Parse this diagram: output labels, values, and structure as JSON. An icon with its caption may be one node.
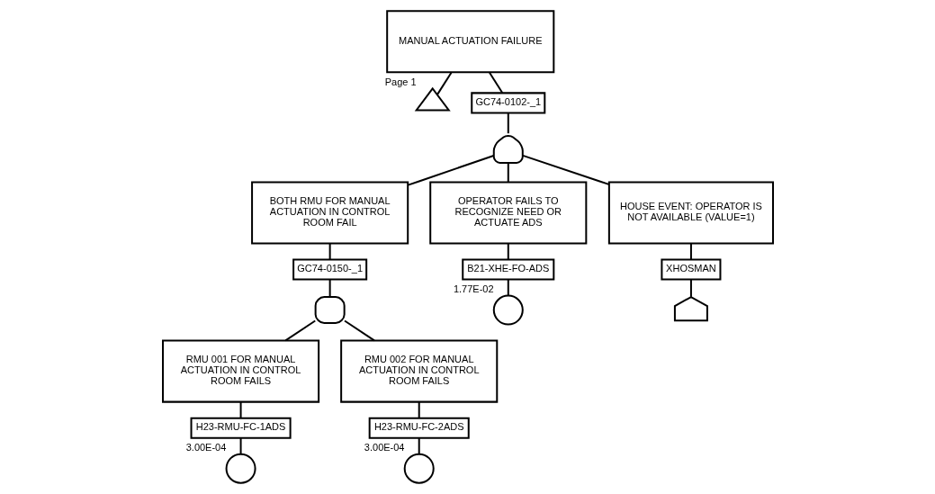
{
  "diagram": {
    "nodes": [
      {
        "text": [
          "MANUAL ACTUATION FAILURE"
        ]
      },
      {
        "text": [],
        "shape": "triangle",
        "beside": [
          "Page 1"
        ]
      },
      {
        "text": [
          "GC74-0102-_1"
        ]
      },
      {
        "text": [],
        "shape": "shield"
      },
      {
        "text": [
          "BOTH RMU FOR MANUAL ACTUATION IN CONTROL ROOM FAIL"
        ]
      },
      {
        "text": [
          "OPERATOR FAILS TO RECOGNIZE NEED OR ACTUATE ADS"
        ]
      },
      {
        "text": [
          "HOUSE EVENT: OPERATOR IS NOT AVAILABLE (VALUE=1)"
        ]
      },
      {
        "text": [
          "GC74-0150-_1"
        ]
      },
      {
        "text": [],
        "shape": "dome"
      },
      {
        "text": [
          "B21-XHE-FO-ADS"
        ]
      },
      {
        "text": [],
        "shape": "circle",
        "beside": [
          "1.77E-02"
        ]
      },
      {
        "text": [
          "XHOSMAN"
        ]
      },
      {
        "text": [],
        "shape": "house"
      },
      {
        "text": [
          "RMU 001 FOR MANUAL ACTUATION IN CONTROL ROOM FAILS"
        ]
      },
      {
        "text": [
          "RMU 002 FOR MANUAL ACTUATION IN CONTROL ROOM FAILS"
        ]
      },
      {
        "text": [
          "H23-RMU-FC-1ADS"
        ]
      },
      {
        "text": [],
        "shape": "circle",
        "beside": [
          "3.00E-04"
        ]
      },
      {
        "text": [
          "H23-RMU-FC-2ADS"
        ]
      },
      {
        "text": [],
        "shape": "circle",
        "beside": [
          "3.00E-04"
        ]
      }
    ],
    "edges": [
      {
        "from": 0,
        "to": 1,
        "arrow": "none"
      },
      {
        "from": 0,
        "to": 2,
        "arrow": "none"
      },
      {
        "from": 2,
        "to": 3,
        "arrow": "none"
      },
      {
        "from": 3,
        "to": 4,
        "arrow": "none"
      },
      {
        "from": 3,
        "to": 5,
        "arrow": "none"
      },
      {
        "from": 3,
        "to": 6,
        "arrow": "none"
      },
      {
        "from": 4,
        "to": 7,
        "arrow": "none"
      },
      {
        "from": 7,
        "to": 8,
        "arrow": "none"
      },
      {
        "from": 8,
        "to": 13,
        "arrow": "none"
      },
      {
        "from": 8,
        "to": 14,
        "arrow": "none"
      },
      {
        "from": 5,
        "to": 9,
        "arrow": "none"
      },
      {
        "from": 9,
        "to": 10,
        "arrow": "none"
      },
      {
        "from": 6,
        "to": 11,
        "arrow": "none"
      },
      {
        "from": 11,
        "to": 12,
        "arrow": "none"
      },
      {
        "from": 13,
        "to": 15,
        "arrow": "none"
      },
      {
        "from": 15,
        "to": 16,
        "arrow": "none"
      },
      {
        "from": 14,
        "to": 17,
        "arrow": "none"
      },
      {
        "from": 17,
        "to": 18,
        "arrow": "none"
      }
    ]
  }
}
